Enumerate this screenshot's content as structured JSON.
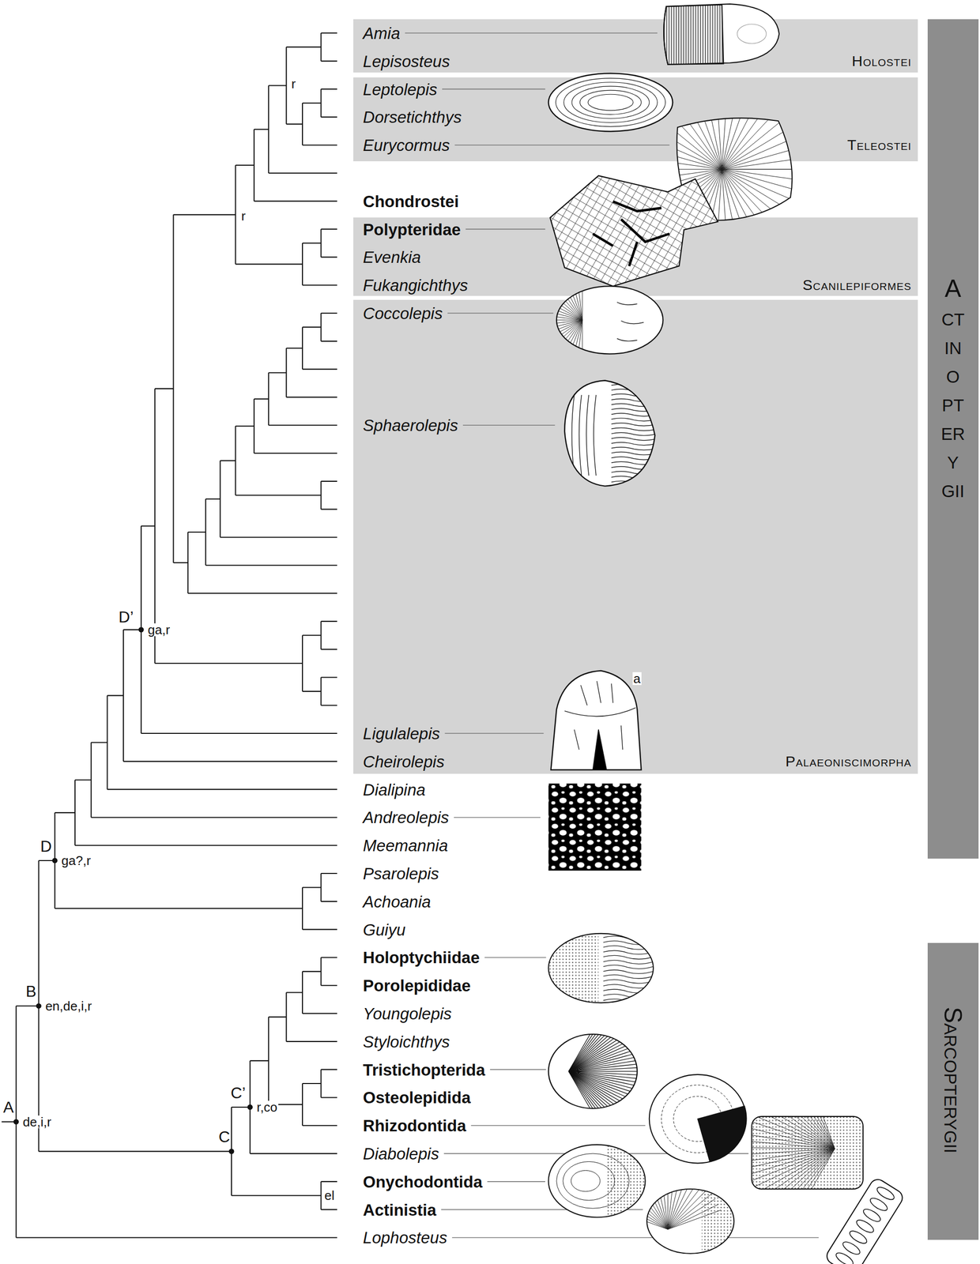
{
  "diagram": {
    "nodes": [
      {
        "text": [
          "Amia",
          "Lepisosteus",
          "Holostei"
        ]
      },
      {
        "text": [
          "Leptolepis",
          "Dorsetichthys",
          "Eurycormus",
          "Teleostei"
        ]
      },
      {
        "text": [
          "Polypteridae",
          "Evenkia",
          "Fukangichthys",
          "Scanilepiformes"
        ]
      },
      {
        "text": [
          "Coccolepis",
          "Sphaerolepis",
          "Ligulalepis",
          "Cheirolepis",
          "Palaeoniscimorpha"
        ]
      },
      {
        "text": [
          "Actinopterygii"
        ]
      },
      {
        "text": [
          "Sarcopterygii"
        ]
      }
    ],
    "labels": [
      "Chondrostei",
      "Dialipina",
      "Andreolepis",
      "Meemannia",
      "Psarolepis",
      "Achoania",
      "Guiyu",
      "Holoptychiidae",
      "Porolepididae",
      "Youngolepis",
      "Styloichthys",
      "Tristichopterida",
      "Osteolepidida",
      "Rhizodontida",
      "Diabolepis",
      "Onychodontida",
      "Actinistia",
      "Lophosteus",
      "A",
      "de,i,r",
      "B",
      "en,de,i,r",
      "C",
      "C’",
      "r,co",
      "D",
      "ga?,r",
      "D’",
      "ga,r",
      "el",
      "r",
      "r",
      "a"
    ]
  }
}
